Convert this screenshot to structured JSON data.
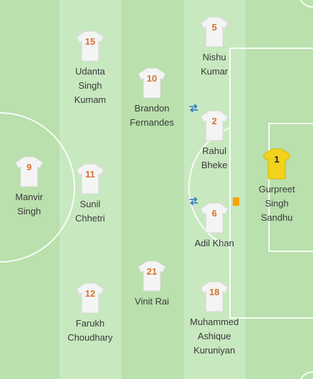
{
  "colors": {
    "pitch": "#b9e0ad",
    "shirt": "#f4f4f4",
    "shirt_number": "#d5722e",
    "goalkeeper_shirt": "#f2d21a",
    "sub_icon": "#2a78c5",
    "yellow_card": "#f5a400"
  },
  "players": [
    {
      "number": "15",
      "name": "Udanta\nSingh\nKumam"
    },
    {
      "number": "5",
      "name": "Nishu\nKumar"
    },
    {
      "number": "10",
      "name": "Brandon\nFernandes",
      "icon": "substitution-icon"
    },
    {
      "number": "2",
      "name": "Rahul\nBheke"
    },
    {
      "number": "1",
      "name": "Gurpreet\nSingh\nSandhu",
      "goalkeeper": true
    },
    {
      "number": "9",
      "name": "Manvir\nSingh"
    },
    {
      "number": "11",
      "name": "Sunil\nChhetri"
    },
    {
      "number": "6",
      "name": "Adil Khan",
      "icons": [
        "substitution-icon",
        "yellow-card-icon"
      ]
    },
    {
      "number": "21",
      "name": "Vinit Rai"
    },
    {
      "number": "12",
      "name": "Farukh\nChoudhary"
    },
    {
      "number": "18",
      "name": "Muhammed\nAshique\nKuruniyan"
    }
  ]
}
